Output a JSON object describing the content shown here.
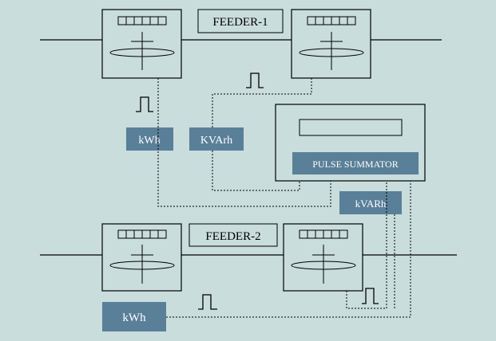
{
  "colors": {
    "background": "#c9dddc",
    "box_fill": "#5a7f98",
    "box_text": "#ffffff",
    "line": "#000000"
  },
  "feeders": {
    "feeder1_label": "FEEDER-1",
    "feeder2_label": "FEEDER-2"
  },
  "labels": {
    "kwh_1": "kWh",
    "kvarh_1": "KVArh",
    "pulse_summator": "PULSE SUMMATOR",
    "kvarh_2": "kVARh",
    "kwh_2": "kWh"
  }
}
